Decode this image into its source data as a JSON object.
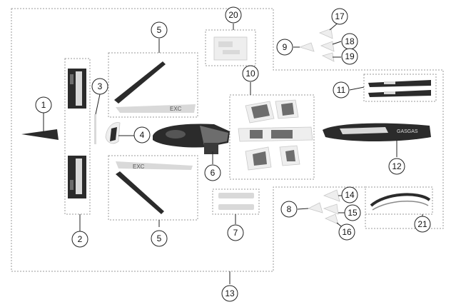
{
  "callouts": [
    "1",
    "2",
    "3",
    "4",
    "5",
    "5",
    "6",
    "7",
    "8",
    "9",
    "10",
    "11",
    "12",
    "13",
    "14",
    "15",
    "16",
    "17",
    "18",
    "19",
    "20",
    "21"
  ],
  "texts": {
    "stripe_a": "EXC",
    "stripe_b": "EXC",
    "fender_rear": "GASGAS"
  }
}
